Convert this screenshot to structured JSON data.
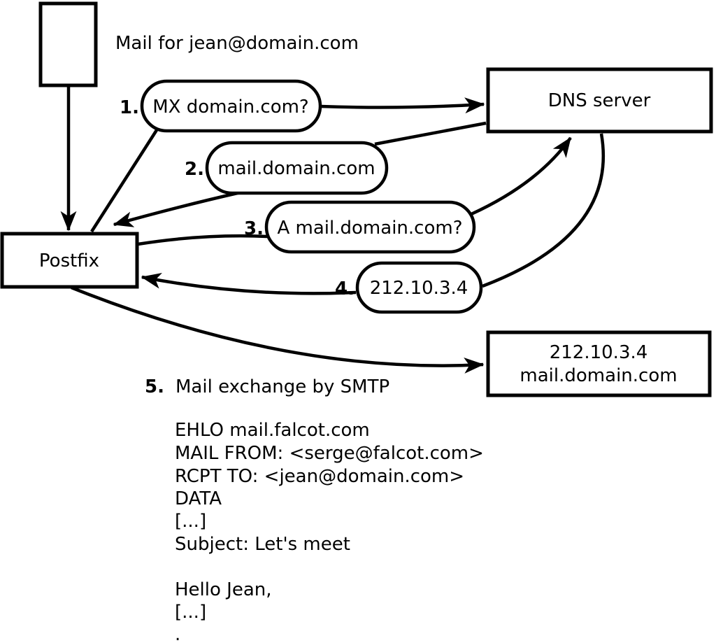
{
  "diagram": {
    "mail_note": "Mail for jean@domain.com",
    "postfix": {
      "label": "Postfix"
    },
    "dns": {
      "label": "DNS server"
    },
    "mail_server": {
      "line1": "212.10.3.4",
      "line2": "mail.domain.com"
    },
    "steps": [
      {
        "num": "1.",
        "label": "MX domain.com?"
      },
      {
        "num": "2.",
        "label": "mail.domain.com"
      },
      {
        "num": "3.",
        "label": "A mail.domain.com?"
      },
      {
        "num": "4.",
        "label": "212.10.3.4"
      },
      {
        "num": "5.",
        "label": "Mail exchange by SMTP"
      }
    ],
    "smtp_session": {
      "lines": [
        "EHLO mail.falcot.com",
        "MAIL FROM: <serge@falcot.com>",
        "RCPT TO: <jean@domain.com>",
        "DATA",
        "[...]",
        "Subject: Let's meet",
        "Hello Jean,",
        "[...]",
        "."
      ]
    },
    "colors": {
      "ink": "#000000",
      "background": "#ffffff"
    }
  }
}
